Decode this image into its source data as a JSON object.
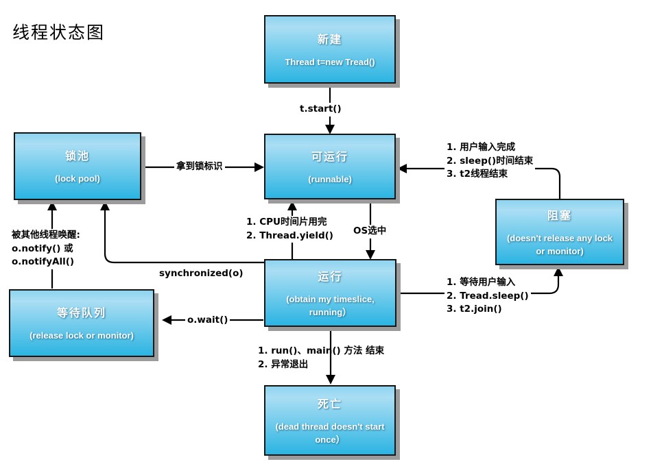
{
  "title": "线程状态图",
  "nodes": {
    "new": {
      "title": "新建",
      "subtitle": "Thread t=new Tread()"
    },
    "runnable": {
      "title": "可运行",
      "subtitle": "(runnable)"
    },
    "lock_pool": {
      "title": "锁池",
      "subtitle": "(lock pool)"
    },
    "blocked": {
      "title": "阻塞",
      "subtitle": "(doesn't release any lock or monitor)"
    },
    "running": {
      "title": "运行",
      "subtitle": "(obtain my timeslice, running）"
    },
    "wait_queue": {
      "title": "等待队列",
      "subtitle": "(release lock or monitor)"
    },
    "dead": {
      "title": "死亡",
      "subtitle": "(dead thread doesn't start once）"
    }
  },
  "edge_labels": {
    "t_start": "t.start()",
    "get_lock": "拿到锁标识",
    "unblock": "1. 用户输入完成\n2. sleep()时间结束\n3. t2线程结束",
    "yield": "1. CPU时间片用完\n2. Thread.yield()",
    "os_select": "OS选中",
    "synchronized": "synchronized(o)",
    "wakeup": "被其他线程唤醒:\no.notify() 或\no.notifyAll()",
    "wait": "o.wait()",
    "block": "1. 等待用户输入\n2. Tread.sleep()\n3. t2.join()",
    "die": "1. run()、main() 方法 结束\n2. 异常退出"
  },
  "colors": {
    "box_top": "#8ed3ee",
    "box_mid": "#aadef4",
    "box_bottom": "#2bb4e2",
    "border": "#151515",
    "shadow": "#9b9b9b",
    "line": "#000000",
    "text": "#ffffff"
  }
}
